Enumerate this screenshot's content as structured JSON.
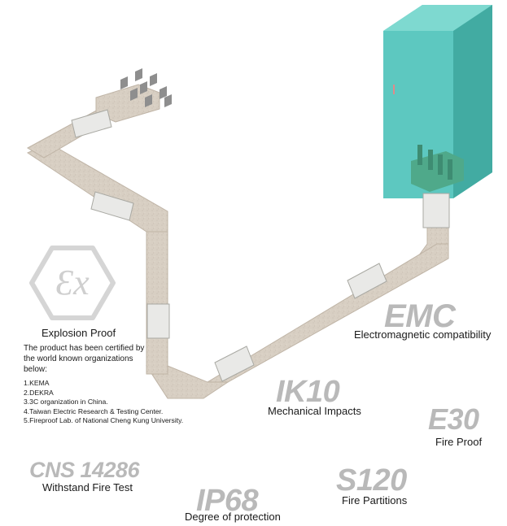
{
  "explosion": {
    "title": "Explosion Proof",
    "description": "The product has been certified by the world known organizations below:",
    "list": [
      "1.KEMA",
      "2.DEKRA",
      "3.3C organization in China.",
      "4.Taiwan Electric Research & Testing Center.",
      "5.Fireproof Lab. of National Cheng Kung University."
    ]
  },
  "ratings": {
    "emc": {
      "code": "EMC",
      "label": "Electromagnetic compatibility"
    },
    "ik10": {
      "code": "IK10",
      "label": "Mechanical Impacts"
    },
    "e30": {
      "code": "E30",
      "label": "Fire Proof"
    },
    "cns": {
      "code": "CNS 14286",
      "label": "Withstand Fire Test"
    },
    "ip68": {
      "code": "IP68",
      "label": "Degree of protection"
    },
    "s120": {
      "code": "S120",
      "label": "Fire Partitions"
    }
  },
  "colors": {
    "duct": "#d8cfc3",
    "duct_shade": "#c3b9ab",
    "joint": "#e9e9e7",
    "cabinet": "#56c6bd",
    "cabinet_side": "#3fa79f",
    "connector": "#4fa98a",
    "rating_text": "#b9b9b9"
  },
  "icons": [
    "ex-hexagon-icon",
    "cable-connector-icon"
  ]
}
